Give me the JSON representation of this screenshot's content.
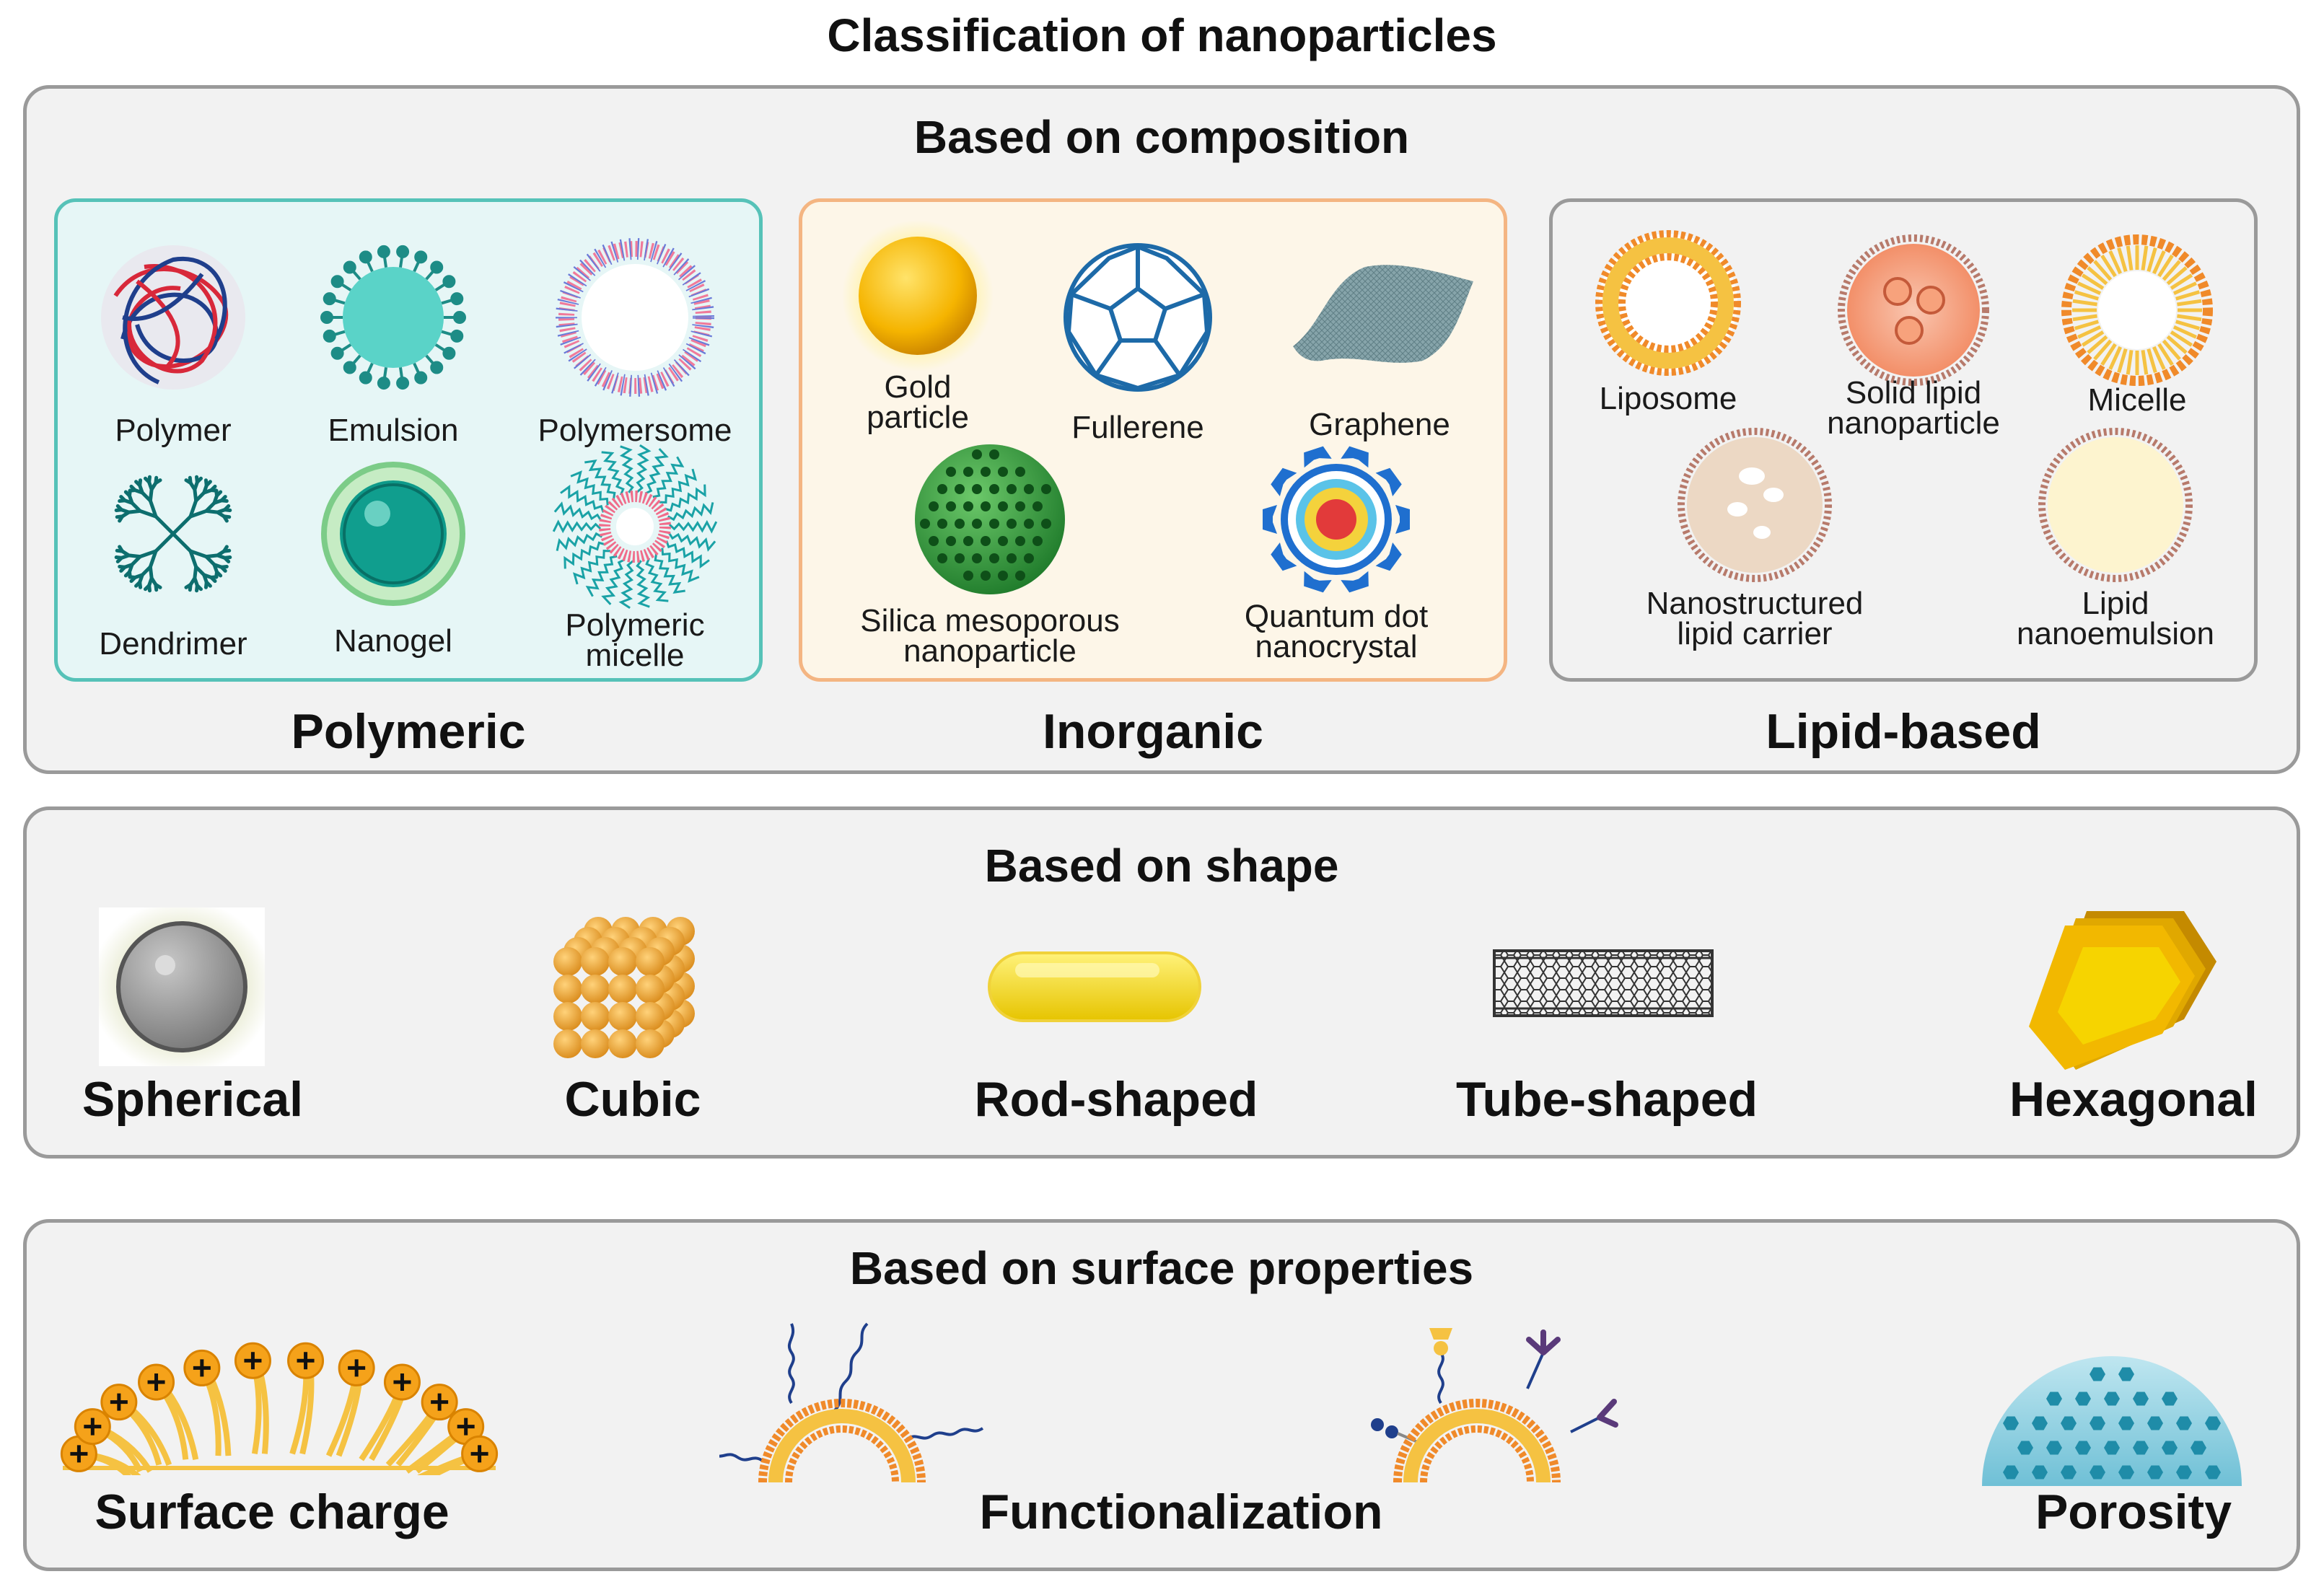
{
  "title": "Classification of nanoparticles",
  "composition": {
    "title": "Based on composition",
    "polymeric": {
      "label": "Polymeric",
      "items": [
        "Polymer",
        "Emulsion",
        "Polymersome",
        "Dendrimer",
        "Nanogel",
        "Polymeric\nmicelle"
      ]
    },
    "inorganic": {
      "label": "Inorganic",
      "items": [
        "Gold\nparticle",
        "Fullerene",
        "Graphene",
        "Silica mesoporous\nnanoparticle",
        "Quantum dot\nnanocrystal"
      ]
    },
    "lipid": {
      "label": "Lipid-based",
      "items": [
        "Liposome",
        "Solid lipid\nnanoparticle",
        "Micelle",
        "Nanostructured\nlipid carrier",
        "Lipid\nnanoemulsion"
      ]
    }
  },
  "shape": {
    "title": "Based on shape",
    "items": [
      "Spherical",
      "Cubic",
      "Rod-shaped",
      "Tube-shaped",
      "Hexagonal"
    ]
  },
  "surface": {
    "title": "Based on surface properties",
    "items": [
      "Surface charge",
      "Functionalization",
      "Porosity"
    ]
  },
  "colors": {
    "polymeric_bg": "#e6f6f6",
    "polymeric_border": "#56c2b8",
    "inorganic_bg": "#fdf6e8",
    "inorganic_border": "#f4b582",
    "lipid_bg": "#f2f2f2",
    "lipid_border": "#9a9a9a"
  }
}
